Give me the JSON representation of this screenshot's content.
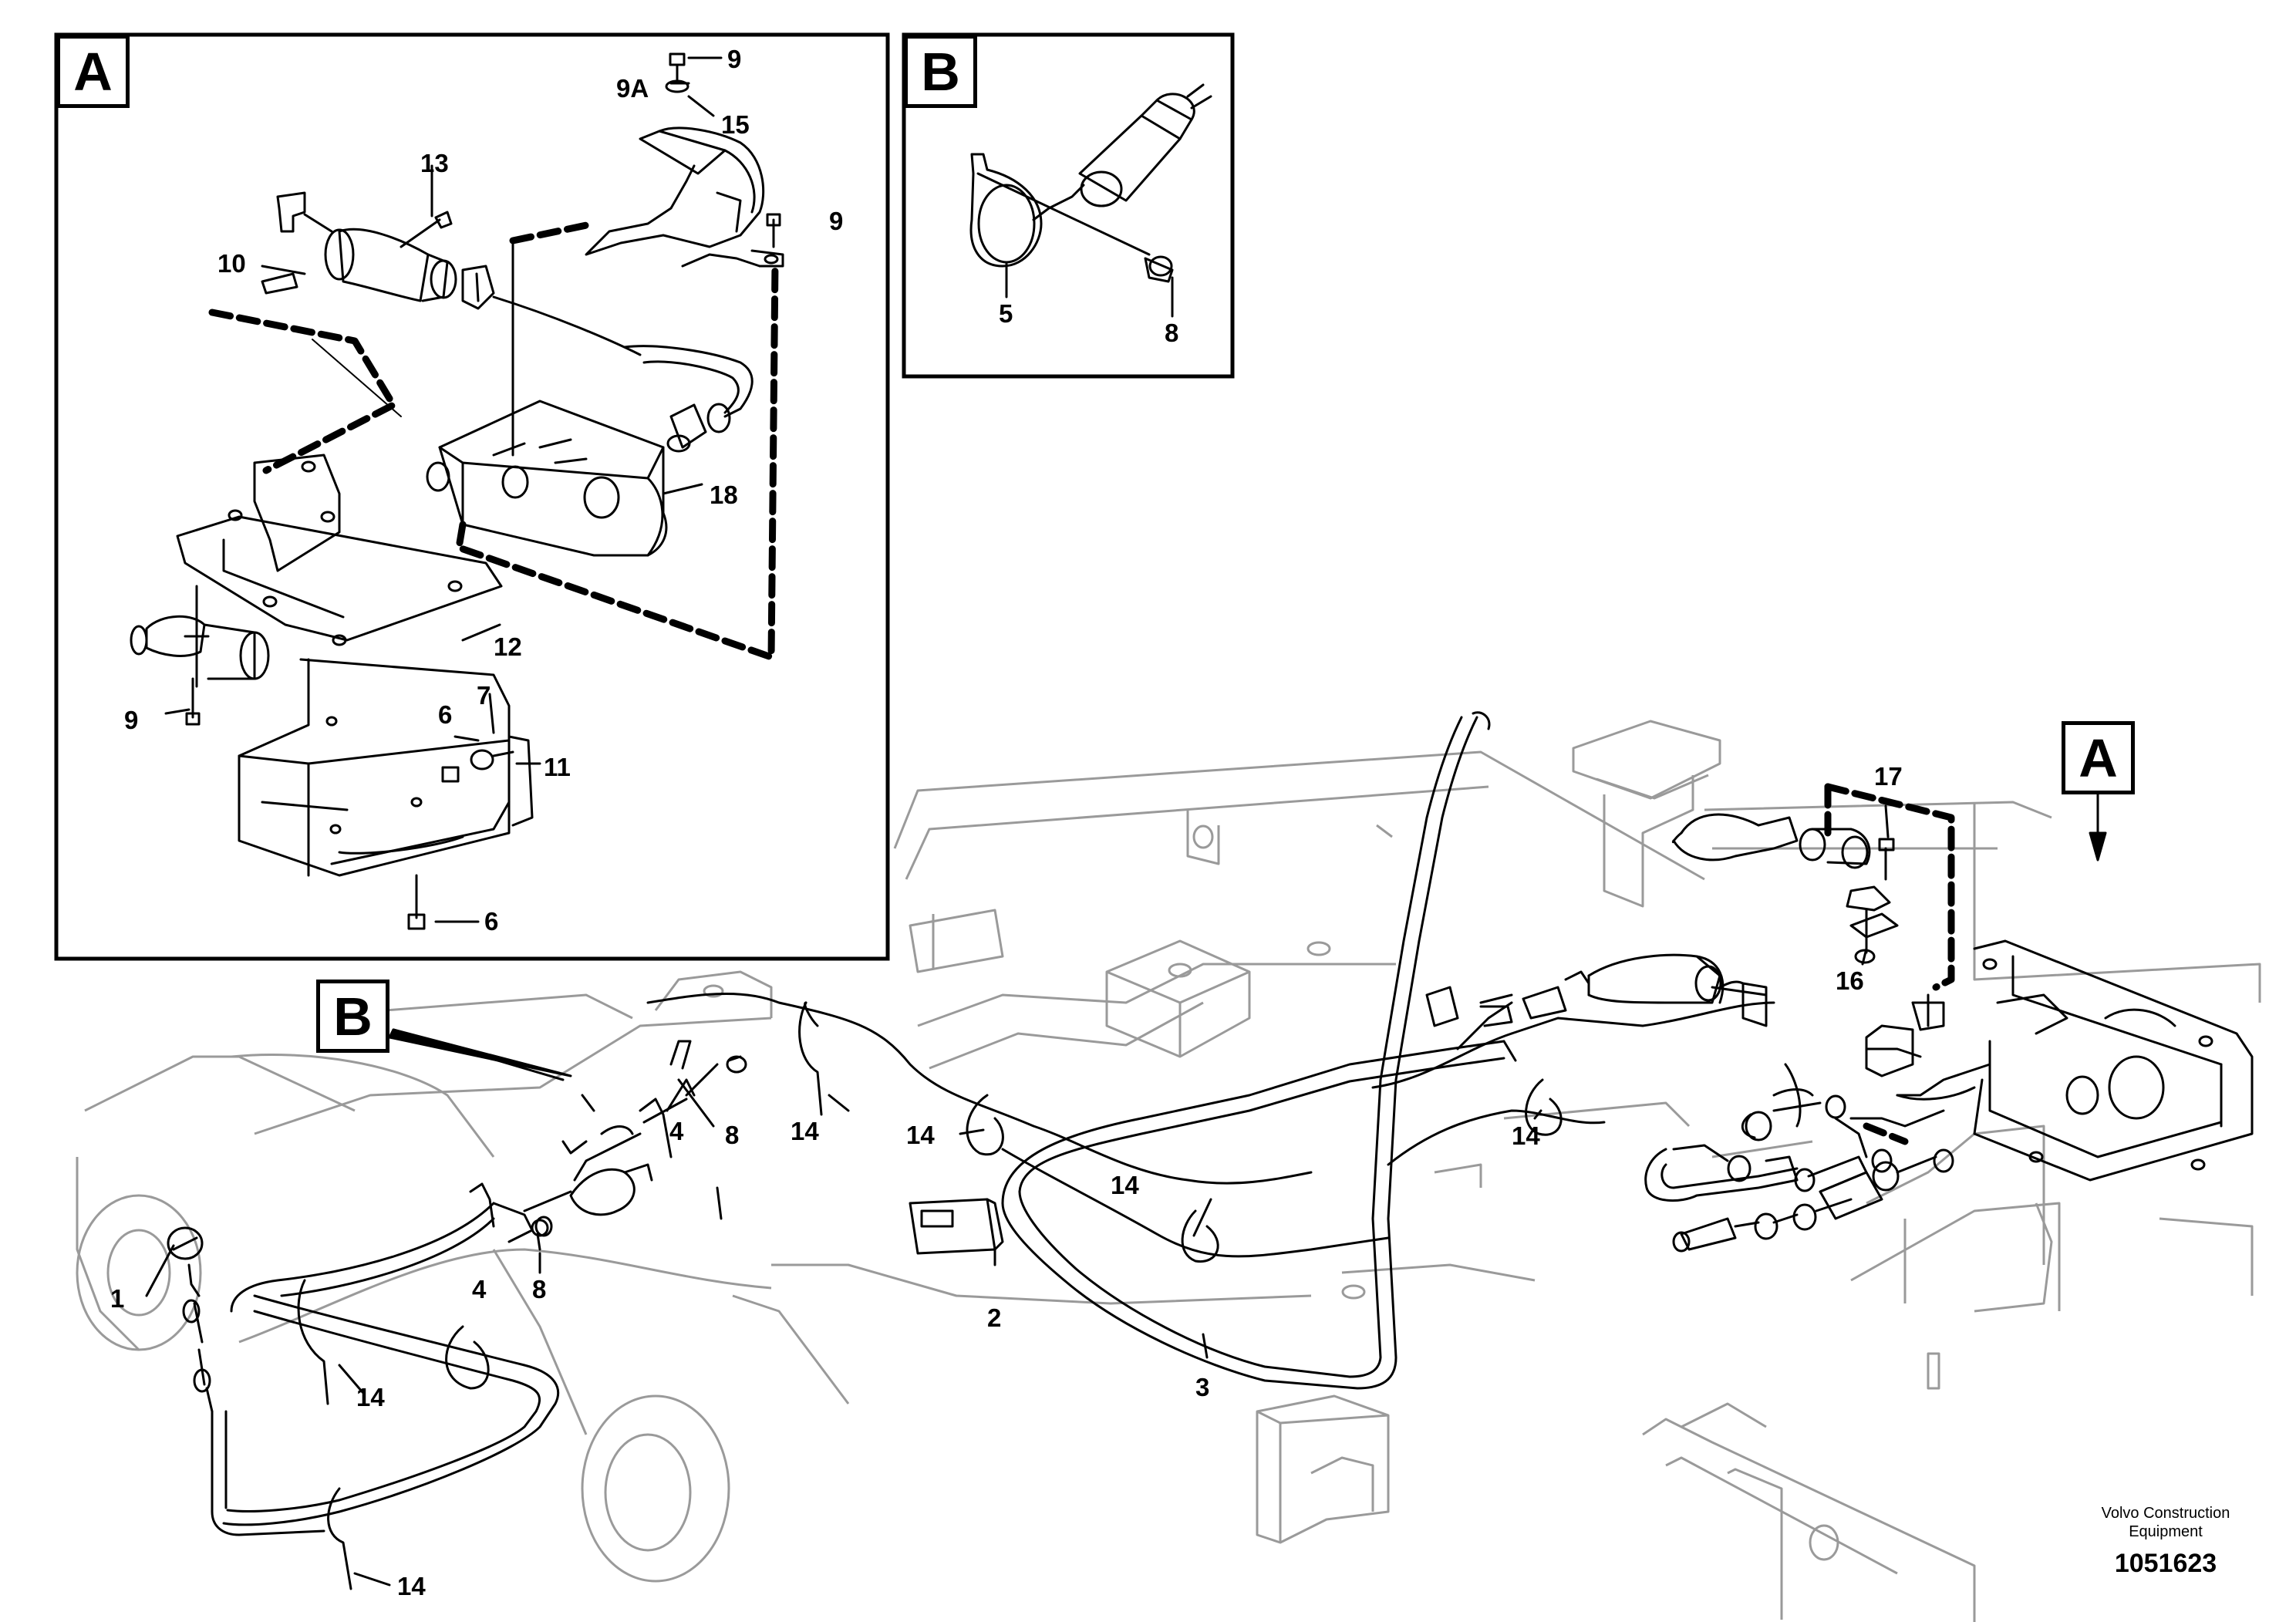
{
  "views": {
    "a": {
      "tag": "A"
    },
    "b": {
      "tag": "B"
    }
  },
  "callouts": {
    "a_9_top": "9",
    "a_9a": "9A",
    "a_15": "15",
    "a_13": "13",
    "a_9_right": "9",
    "a_10": "10",
    "a_18": "18",
    "a_12": "12",
    "a_7": "7",
    "a_6_left": "6",
    "a_9_left": "9",
    "a_11": "11",
    "a_6_bottom": "6",
    "b_5": "5",
    "b_8": "8",
    "m_17": "17",
    "m_16": "16",
    "m_14_a": "14",
    "m_14_b": "14",
    "m_14_c": "14",
    "m_14_d": "14",
    "m_14_e": "14",
    "m_14_f": "14",
    "m_4_a": "4",
    "m_8_a": "8",
    "m_4_b": "4",
    "m_8_b": "8",
    "m_2": "2",
    "m_3": "3",
    "m_1": "1"
  },
  "footer": {
    "company": "Volvo Construction Equipment",
    "company_line1": "Volvo Construction",
    "company_line2": "Equipment",
    "figure_number": "1051623"
  }
}
